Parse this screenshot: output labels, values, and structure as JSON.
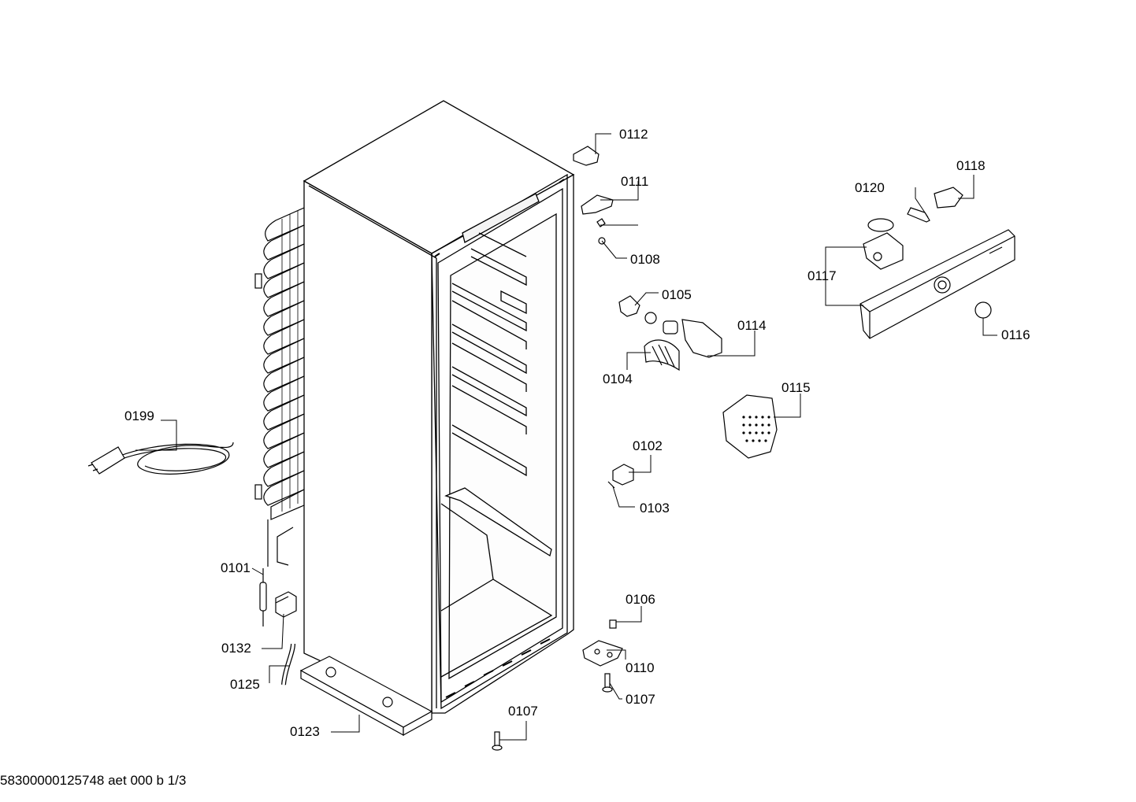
{
  "footer_code": "58300000125748 aet 000 b 1/3",
  "labels": {
    "p0112": "0112",
    "p0111": "0111",
    "p0108": "0108",
    "p0105": "0105",
    "p0114": "0114",
    "p0104": "0104",
    "p0115": "0115",
    "p0102": "0102",
    "p0103": "0103",
    "p0106": "0106",
    "p0110": "0110",
    "p0107a": "0107",
    "p0107b": "0107",
    "p0120": "0120",
    "p0118": "0118",
    "p0117": "0117",
    "p0116": "0116",
    "p0199": "0199",
    "p0101": "0101",
    "p0132": "0132",
    "p0125": "0125",
    "p0123": "0123"
  }
}
